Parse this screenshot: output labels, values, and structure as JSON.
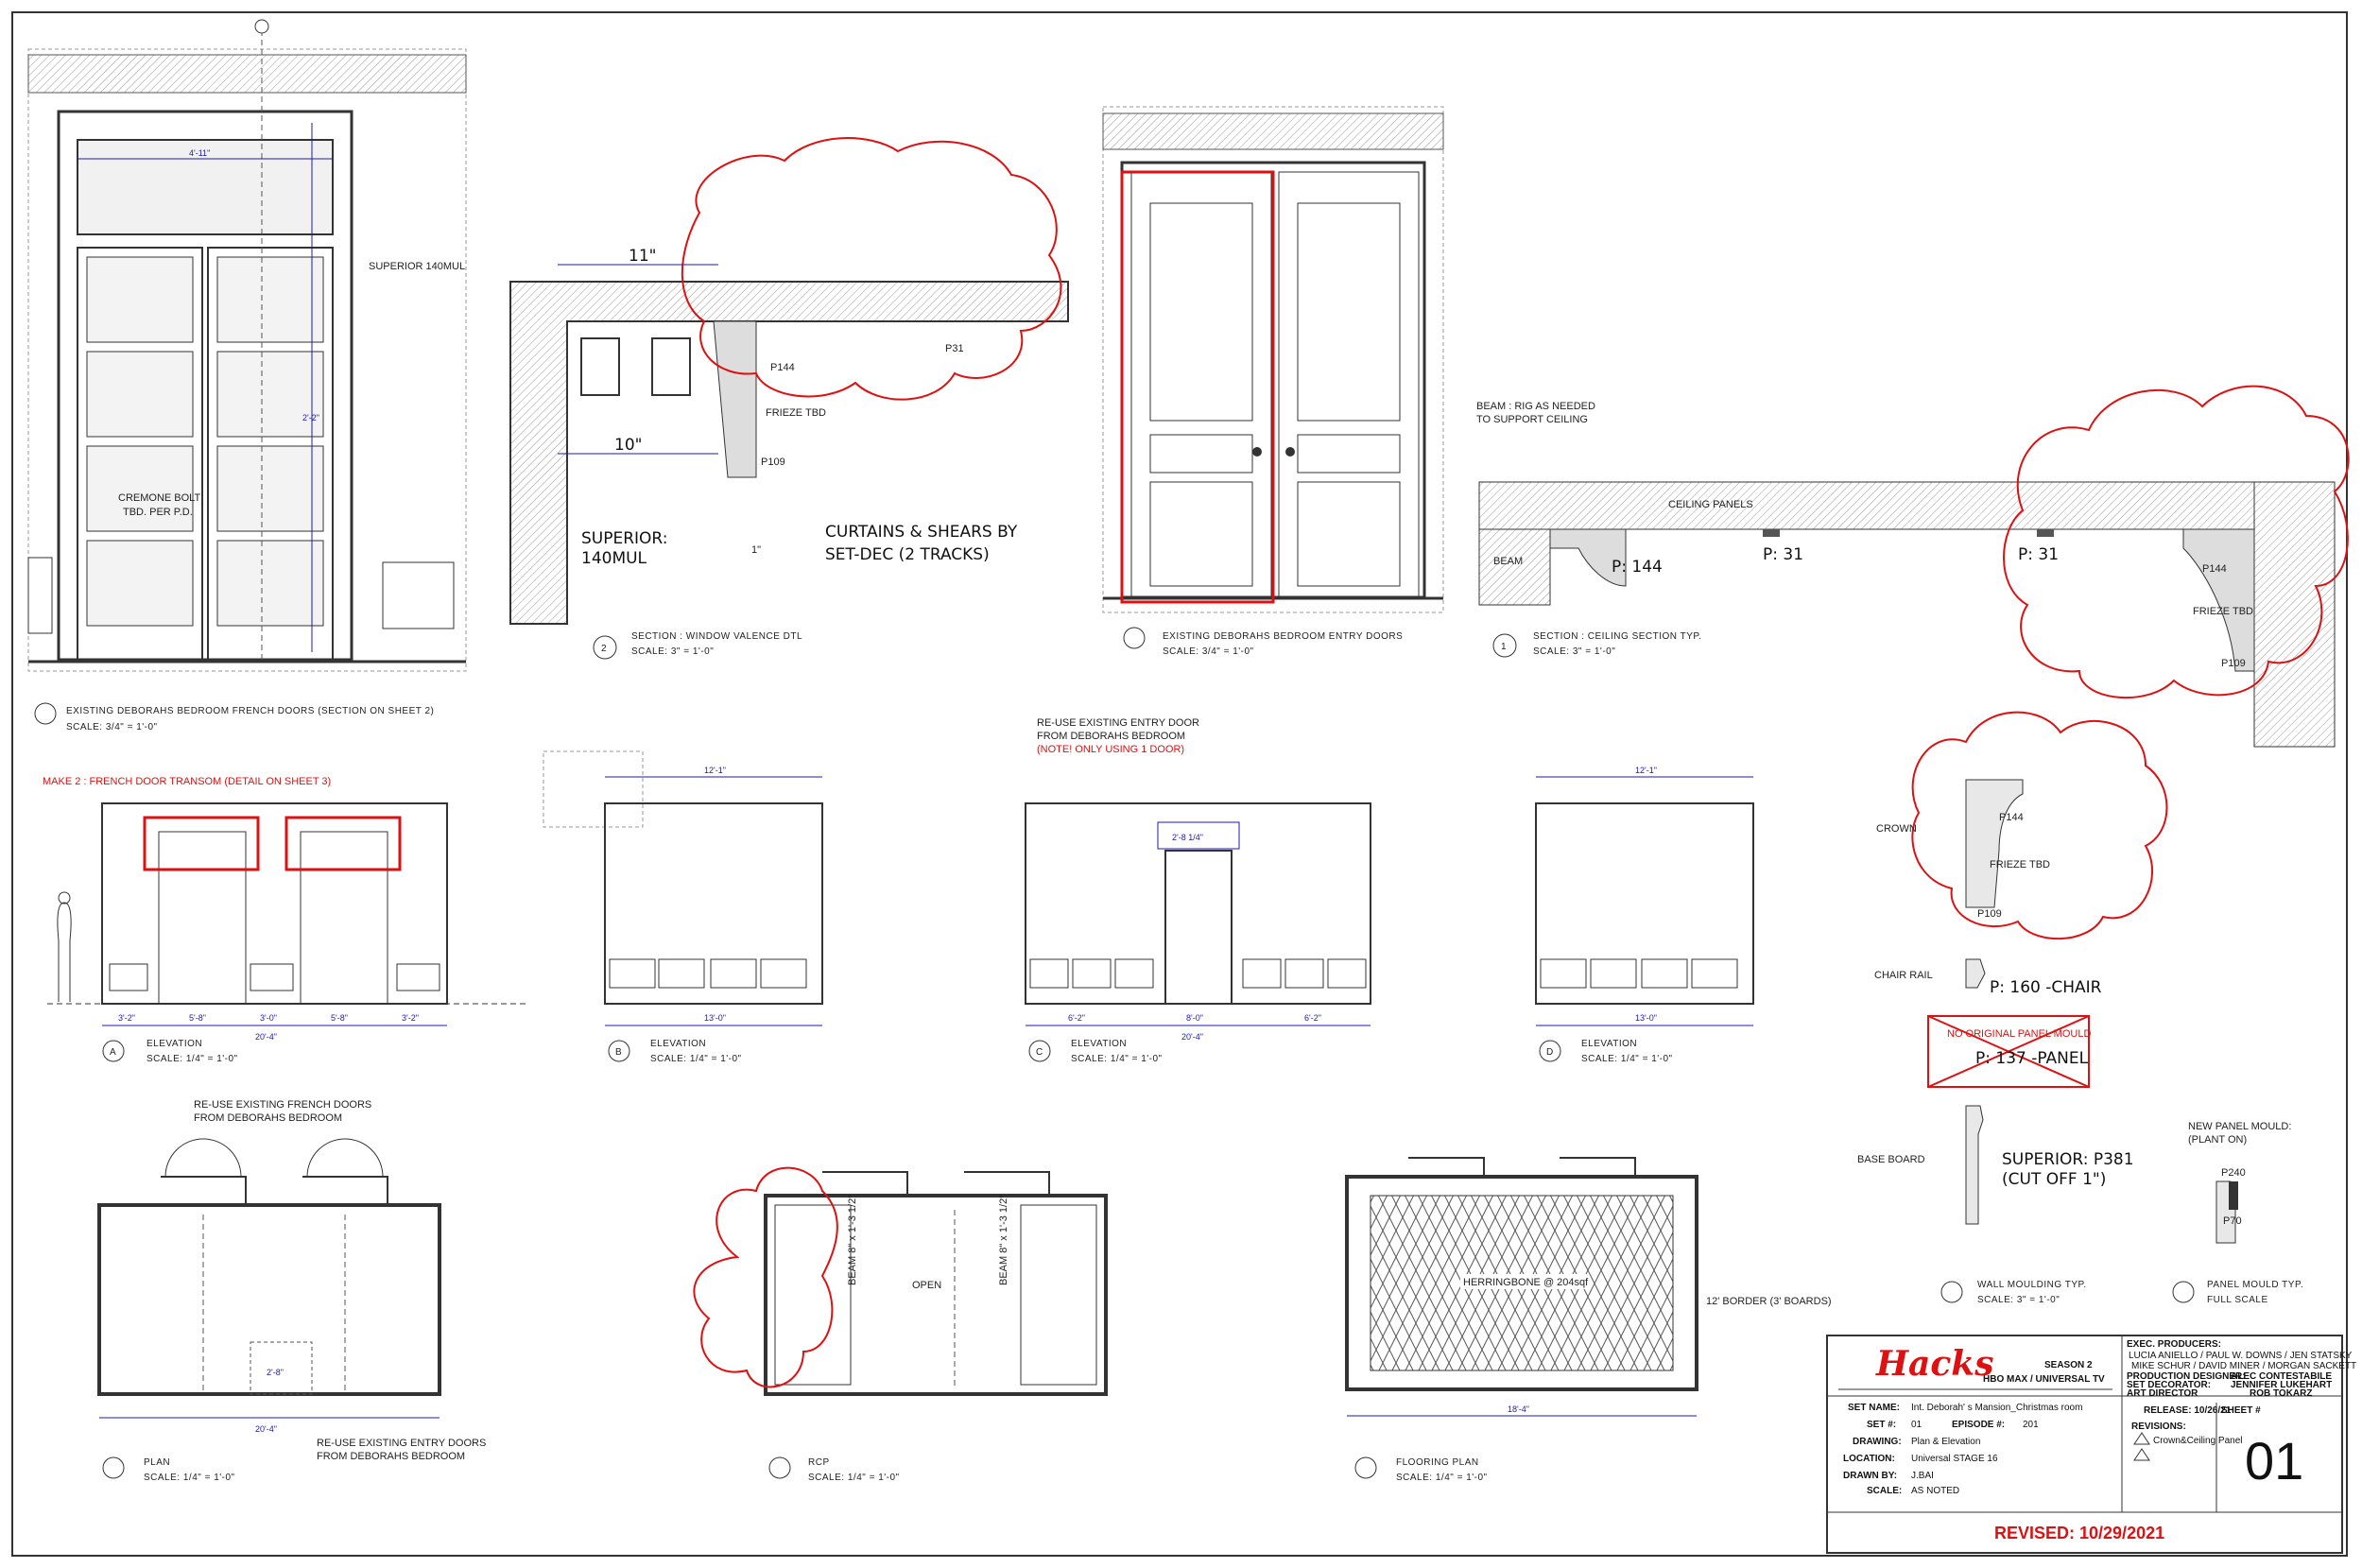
{
  "views": {
    "french_doors": {
      "title": "EXISTING DEBORAHS BEDROOM FRENCH DOORS (SECTION ON SHEET 2)",
      "scale": "SCALE: 3/4\" = 1'-0\"",
      "note_superior": "SUPERIOR 140MUL",
      "note_cremone": "CREMONE BOLT",
      "note_cremone2": "TBD. PER P.D.",
      "dim_top": "4'-11\"",
      "dim_mid": "2'-2\""
    },
    "window_valence": {
      "number": "2",
      "title": "SECTION : WINDOW VALENCE DTL",
      "scale": "SCALE: 3\" = 1'-0\"",
      "dim_11": "11\"",
      "dim_10": "10\"",
      "dim_1": "1\"",
      "p31": "P31",
      "p144": "P144",
      "frieze": "FRIEZE TBD",
      "p109": "P109",
      "superior": "SUPERIOR:",
      "superior2": "140MUL",
      "curtains": "CURTAINS & SHEARS BY",
      "curtains2": "SET-DEC (2 TRACKS)"
    },
    "entry_doors": {
      "title": "EXISTING DEBORAHS BEDROOM ENTRY DOORS",
      "scale": "SCALE: 3/4\" = 1'-0\""
    },
    "ceiling_section": {
      "number": "1",
      "title": "SECTION : CEILING SECTION TYP.",
      "scale": "SCALE: 3\" = 1'-0\"",
      "beam_note": "BEAM : RIG AS NEEDED",
      "beam_note2": "TO SUPPORT CEILING",
      "ceiling_panels": "CEILING PANELS",
      "beam": "BEAM",
      "p144": "P: 144",
      "p31a": "P: 31",
      "p31b": "P: 31",
      "p144b": "P144",
      "frieze": "FRIEZE TBD",
      "p109": "P109"
    },
    "elev_a": {
      "letter": "A",
      "title": "ELEVATION",
      "scale": "SCALE: 1/4\" = 1'-0\"",
      "note": "MAKE 2 : FRENCH DOOR TRANSOM (DETAIL ON SHEET 3)",
      "dims": [
        "3'-2\"",
        "5'-8\"",
        "3'-0\"",
        "5'-8\"",
        "3'-2\""
      ],
      "total": "20'-4\""
    },
    "elev_b": {
      "letter": "B",
      "title": "ELEVATION",
      "scale": "SCALE: 1/4\" = 1'-0\"",
      "top": "12'-1\"",
      "total": "13'-0\""
    },
    "elev_c": {
      "letter": "C",
      "title": "ELEVATION",
      "scale": "SCALE: 1/4\" = 1'-0\"",
      "note1": "RE-USE EXISTING ENTRY DOOR",
      "note2": "FROM DEBORAHS BEDROOM",
      "note3": "(NOTE! ONLY USING 1 DOOR)",
      "door_w": "2'-8 1/4\"",
      "dims": [
        "6'-2\"",
        "8'-0\"",
        "6'-2\""
      ],
      "total": "20'-4\""
    },
    "elev_d": {
      "letter": "D",
      "title": "ELEVATION",
      "scale": "SCALE: 1/4\" = 1'-0\"",
      "top": "12'-1\"",
      "total": "13'-0\""
    },
    "mouldings": {
      "crown": "CROWN",
      "p144": "P144",
      "frieze": "FRIEZE TBD",
      "p109": "P109",
      "chair_rail": "CHAIR RAIL",
      "p160": "P: 160 -CHAIR",
      "no_original": "NO ORIGINAL PANEL MOULD",
      "p137": "P: 137 -PANEL",
      "base_board": "BASE BOARD",
      "superior": "SUPERIOR: P381",
      "cut_off": "(CUT OFF 1\")",
      "wall_title": "WALL MOULDING TYP.",
      "wall_scale": "SCALE: 3\" = 1'-0\"",
      "new_panel": "NEW PANEL MOULD:",
      "plant_on": "(PLANT ON)",
      "p240": "P240",
      "p70": "P70",
      "panel_title": "PANEL MOULD TYP.",
      "panel_scale": "FULL SCALE"
    },
    "plan": {
      "title": "PLAN",
      "scale": "SCALE: 1/4\" = 1'-0\"",
      "note_top1": "RE-USE EXISTING FRENCH DOORS",
      "note_top2": "FROM DEBORAHS BEDROOM",
      "note_bot1": "RE-USE EXISTING ENTRY DOORS",
      "note_bot2": "FROM DEBORAHS BEDROOM",
      "total": "20'-4\"",
      "door": "2'-8\""
    },
    "rcp": {
      "title": "RCP",
      "scale": "SCALE: 1/4\" = 1'-0\"",
      "open": "OPEN",
      "beam1": "BEAM 8\" x 1'-3 1/2\"",
      "beam2": "BEAM 8\" x 1'-3 1/2\""
    },
    "flooring": {
      "title": "FLOORING PLAN",
      "scale": "SCALE: 1/4\" = 1'-0\"",
      "herringbone": "HERRINGBONE @ 204sqf",
      "border": "12' BORDER (3' BOARDS)",
      "total": "18'-4\""
    }
  },
  "title_block": {
    "logo": "Hacks",
    "season": "SEASON 2",
    "network": "HBO MAX / UNIVERSAL TV",
    "exec_label": "EXEC. PRODUCERS:",
    "exec1": "LUCIA ANIELLO / PAUL W. DOWNS / JEN STATSKY",
    "exec2": "MIKE SCHUR / DAVID MINER / MORGAN SACKETT",
    "pd_label": "PRODUCTION DESIGNER:",
    "pd_name": "ALEC CONTESTABILE",
    "sd_label": "SET DECORATOR:",
    "sd_name": "JENNIFER LUKEHART",
    "ad_label": "ART DIRECTOR",
    "ad_name": "ROB TOKARZ",
    "set_name_label": "SET NAME:",
    "set_name": "Int. Deborah' s Mansion_Christmas room",
    "set_no_label": "SET #:",
    "set_no": "01",
    "episode_label": "EPISODE #:",
    "episode": "201",
    "drawing_label": "DRAWING:",
    "drawing": "Plan & Elevation",
    "location_label": "LOCATION:",
    "location": "Universal STAGE 16",
    "drawn_label": "DRAWN BY:",
    "drawn": "J.BAI",
    "scale_label": "SCALE:",
    "scale": "AS NOTED",
    "release": "RELEASE: 10/26/21",
    "sheet_label": "SHEET #",
    "sheet": "01",
    "revisions_label": "REVISIONS:",
    "rev1": "Crown&Ceiling Panel",
    "revised": "REVISED: 10/29/2021"
  },
  "colors": {
    "line": "#333333",
    "dim": "#1a1ab8",
    "red": "#dd1111",
    "hatch": "#9a9a9a"
  }
}
